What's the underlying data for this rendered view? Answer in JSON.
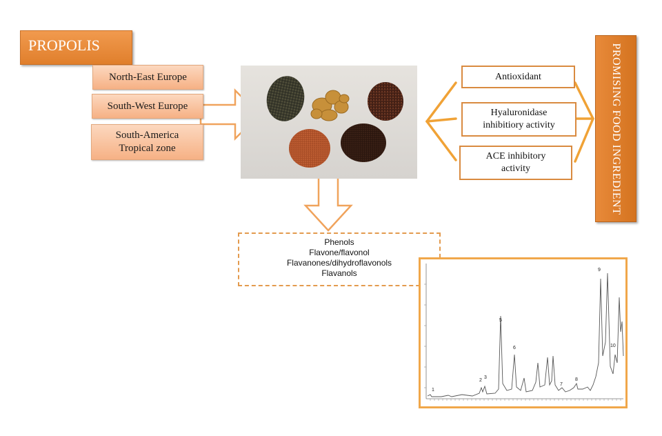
{
  "title": "PROPOLIS",
  "regions": [
    "North-East Europe",
    "South-West Europe",
    "South-America\nTropical  zone"
  ],
  "activities": [
    "Antioxidant",
    "Hyaluronidase\ninhibitiory activity",
    "ACE inhibitory\nactivity"
  ],
  "outcome": "PROMISING FOOD INGREDIENT",
  "compound_classes": [
    "Phenols",
    "Flavone/flavonol",
    "Flavanones/dihydroflavonols",
    "Flavanols"
  ],
  "chromatogram_peaks": [
    "1",
    "2",
    "3",
    "5",
    "6",
    "7",
    "8",
    "9",
    "10"
  ],
  "colors": {
    "accent": "#e9893a",
    "region_fill": "#f9c7a3",
    "border": "#d98a3f"
  }
}
